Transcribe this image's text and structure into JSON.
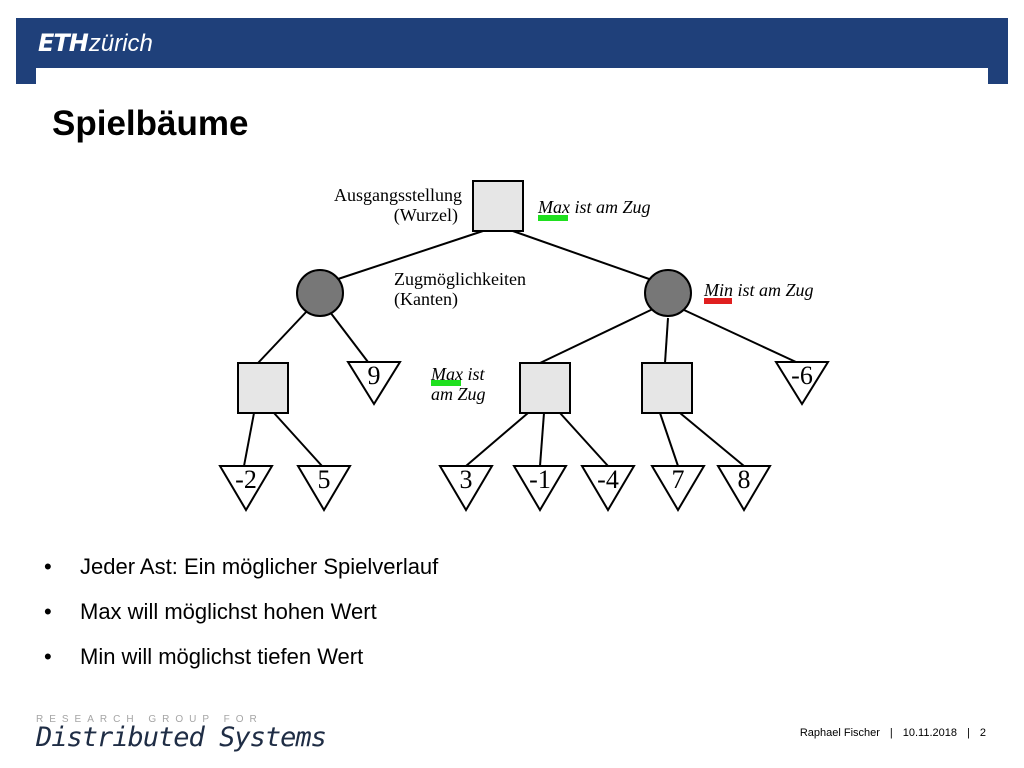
{
  "header": {
    "logo_bold": "ETH",
    "logo_light": "zürich",
    "brand_color": "#1f407a"
  },
  "slide": {
    "title": "Spielbäume"
  },
  "diagram": {
    "root_label_line1": "Ausgangsstellung",
    "root_label_line2": "(Wurzel)",
    "edges_label_line1": "Zugmöglichkeiten",
    "edges_label_line2": "(Kanten)",
    "max_turn_word": "Max",
    "max_turn_rest": " ist am Zug",
    "min_turn_word": "Min",
    "min_turn_rest": " ist am Zug",
    "max_turn2_line1_word": "Max",
    "max_turn2_line1_rest": " ist",
    "max_turn2_line2": "am Zug",
    "max_color": "#1fe01f",
    "min_color": "#e01f1f",
    "leaves": [
      "9",
      "-6",
      "-2",
      "5",
      "3",
      "-1",
      "-4",
      "7",
      "8"
    ]
  },
  "bullets": [
    "Jeder Ast: Ein möglicher Spielverlauf",
    "Max will möglichst hohen Wert",
    "Min will möglichst tiefen Wert"
  ],
  "bullet_symbol": "•",
  "footer": {
    "research_group": "RESEARCH GROUP FOR",
    "group_name": "Distributed Systems",
    "author": "Raphael Fischer",
    "separator": "|",
    "date": "10.11.2018",
    "page": "2"
  }
}
